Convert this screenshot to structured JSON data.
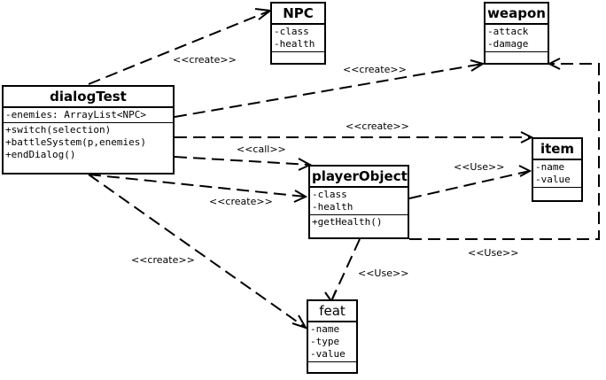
{
  "classes": {
    "npc": {
      "name": "NPC",
      "attributes": [
        "-class",
        "-health"
      ],
      "operations": []
    },
    "weapon": {
      "name": "weapon",
      "attributes": [
        "-attack",
        "-damage"
      ],
      "operations": []
    },
    "dialogTest": {
      "name": "dialogTest",
      "attributes": [
        "-enemies: ArrayList<NPC>"
      ],
      "operations": [
        "+switch(selection)",
        "+battleSystem(p,enemies)",
        "+endDialog()"
      ]
    },
    "item": {
      "name": "item",
      "attributes": [
        "-name",
        "-value"
      ],
      "operations": []
    },
    "playerObject": {
      "name": "playerObject",
      "attributes": [
        "-class",
        "-health"
      ],
      "operations": [
        "+getHealth()"
      ]
    },
    "feat": {
      "name": "feat",
      "attributes": [
        "-name",
        "-type",
        "-value"
      ],
      "operations": []
    }
  },
  "relations": {
    "create_npc": "<<create>>",
    "create_weapon": "<<create>>",
    "create_item": "<<create>>",
    "call_player": "<<call>>",
    "create_player": "<<create>>",
    "create_feat": "<<create>>",
    "use_item": "<<Use>>",
    "use_weapon": "<<Use>>",
    "use_feat": "<<Use>>"
  }
}
